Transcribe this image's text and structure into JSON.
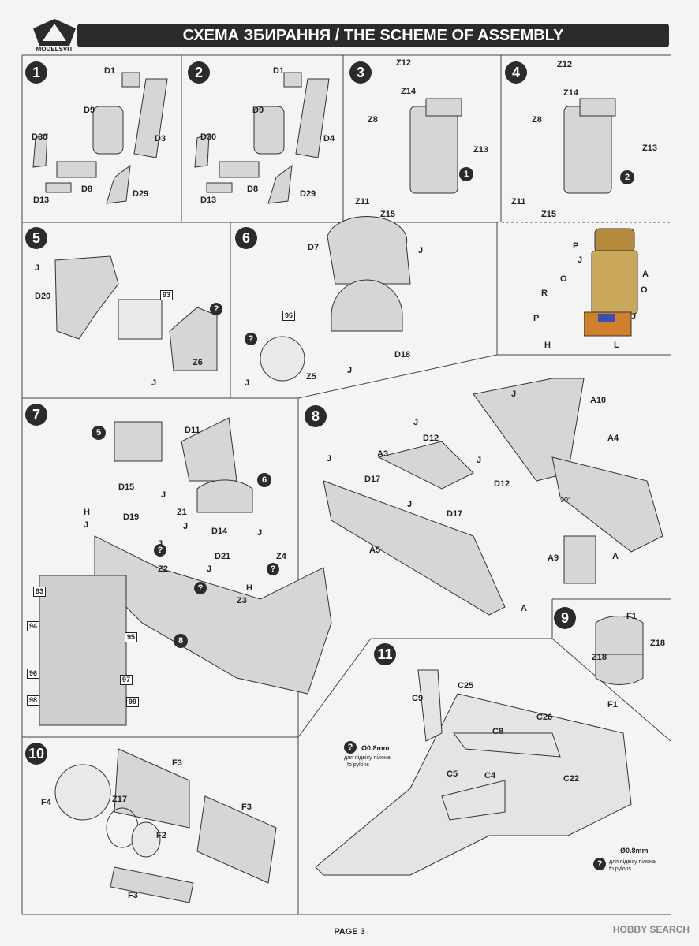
{
  "header": {
    "logo_text": "MODELSVIT",
    "title": "СХЕМА ЗБИРАННЯ / THE SCHEME OF ASSEMBLY"
  },
  "steps": [
    {
      "num": "1",
      "labels": [
        "D1",
        "D9",
        "D3",
        "D30",
        "D8",
        "D13",
        "D29"
      ]
    },
    {
      "num": "2",
      "labels": [
        "D1",
        "D9",
        "D4",
        "D30",
        "D8",
        "D13",
        "D29"
      ]
    },
    {
      "num": "3",
      "labels": [
        "Z12",
        "Z14",
        "Z8",
        "Z13",
        "Z11",
        "Z15"
      ],
      "ref": "1"
    },
    {
      "num": "4",
      "labels": [
        "Z12",
        "Z14",
        "Z8",
        "Z13",
        "Z11",
        "Z15"
      ],
      "ref": "2"
    },
    {
      "num": "5",
      "labels": [
        "J",
        "D20",
        "J",
        "Z6"
      ],
      "decal": "93"
    },
    {
      "num": "6",
      "labels": [
        "D7",
        "J",
        "D18",
        "Z5",
        "J",
        "J"
      ],
      "decal": "96"
    },
    {
      "num": "7",
      "labels": [
        "D11",
        "D15",
        "J",
        "D19",
        "H",
        "J",
        "Z1",
        "J",
        "Z2",
        "D14",
        "J",
        "Z4",
        "D21",
        "J",
        "H",
        "Z3",
        "J"
      ],
      "refs": [
        "5",
        "6",
        "8"
      ],
      "decals": [
        "93",
        "94",
        "95",
        "96",
        "97",
        "98",
        "99"
      ]
    },
    {
      "num": "8",
      "labels": [
        "J",
        "A10",
        "J",
        "D12",
        "A4",
        "A3",
        "J",
        "J",
        "D17",
        "D12",
        "J",
        "D17",
        "90°",
        "A5",
        "A9",
        "A",
        "A"
      ]
    },
    {
      "num": "9",
      "labels": [
        "F1",
        "Z18",
        "Z18",
        "F1"
      ]
    },
    {
      "num": "10",
      "labels": [
        "F3",
        "F4",
        "Z17",
        "F2",
        "F3",
        "F3"
      ]
    },
    {
      "num": "11",
      "labels": [
        "C9",
        "C25",
        "C26",
        "C8",
        "C5",
        "C4",
        "C22"
      ],
      "note_size": "Ø0.8mm",
      "note_ua": "для підвісу пілона",
      "note_en": "fo pylons"
    }
  ],
  "color_seat": {
    "labels": [
      "P",
      "J",
      "A",
      "O",
      "O",
      "R",
      "P",
      "J",
      "H",
      "L"
    ]
  },
  "footer": {
    "page": "PAGE 3"
  },
  "watermark": "HOBBY SEARCH"
}
